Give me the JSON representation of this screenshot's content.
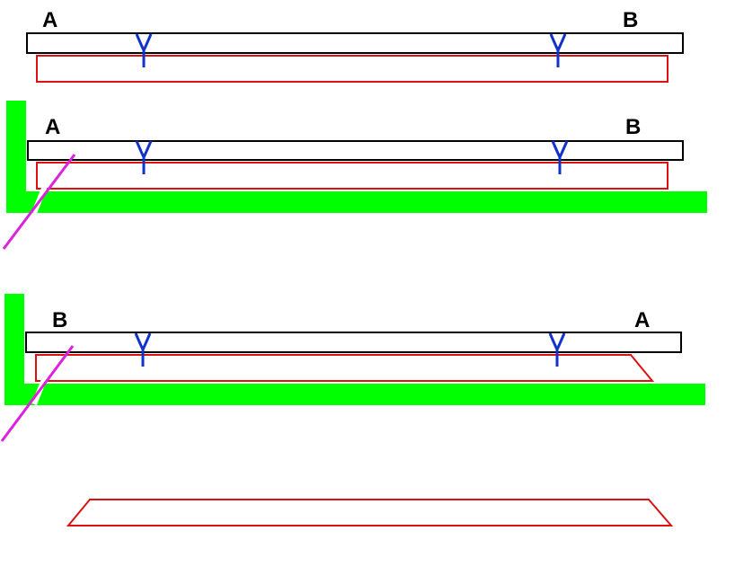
{
  "colors": {
    "board": "#000000",
    "board_fill": "#ffffff",
    "blank": "#dd1111",
    "fence": "#00ff00",
    "blade": "#dd22dd",
    "screw": "#1133cc",
    "label": "#000000"
  },
  "panels": [
    {
      "left_label": "A",
      "right_label": "B"
    },
    {
      "left_label": "A",
      "right_label": "B"
    },
    {
      "left_label": "B",
      "right_label": "A"
    }
  ]
}
